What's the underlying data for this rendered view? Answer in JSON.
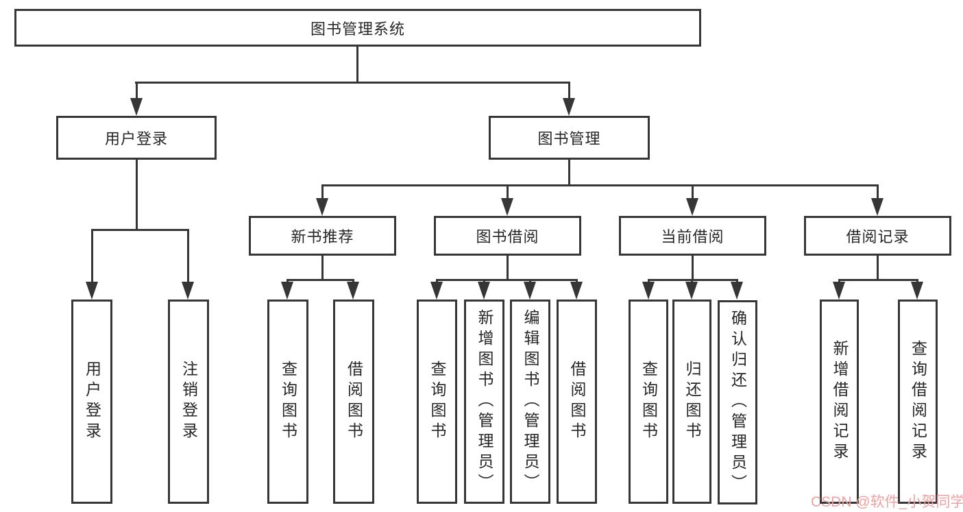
{
  "colors": {
    "line": "#363636",
    "text": "#262626",
    "background": "#ffffff",
    "watermark": "#f0a0a0"
  },
  "watermark": {
    "text": "CSDN @软件_小贺同学"
  },
  "diagram": {
    "type": "hierarchy-tree",
    "root": {
      "label": "图书管理系统"
    },
    "branches": [
      {
        "label": "用户登录",
        "children": [
          {
            "label": "用户登录"
          },
          {
            "label": "注销登录"
          }
        ]
      },
      {
        "label": "图书管理",
        "children": [
          {
            "label": "新书推荐",
            "children": [
              {
                "label": "查询图书"
              },
              {
                "label": "借阅图书"
              }
            ]
          },
          {
            "label": "图书借阅",
            "children": [
              {
                "label": "查询图书"
              },
              {
                "label": "新增图书（管理员）"
              },
              {
                "label": "编辑图书（管理员）"
              },
              {
                "label": "借阅图书"
              }
            ]
          },
          {
            "label": "当前借阅",
            "children": [
              {
                "label": "查询图书"
              },
              {
                "label": "归还图书"
              },
              {
                "label": "确认归还（管理员）"
              }
            ]
          },
          {
            "label": "借阅记录",
            "children": [
              {
                "label": "新增借阅记录"
              },
              {
                "label": "查询借阅记录"
              }
            ]
          }
        ]
      }
    ]
  }
}
